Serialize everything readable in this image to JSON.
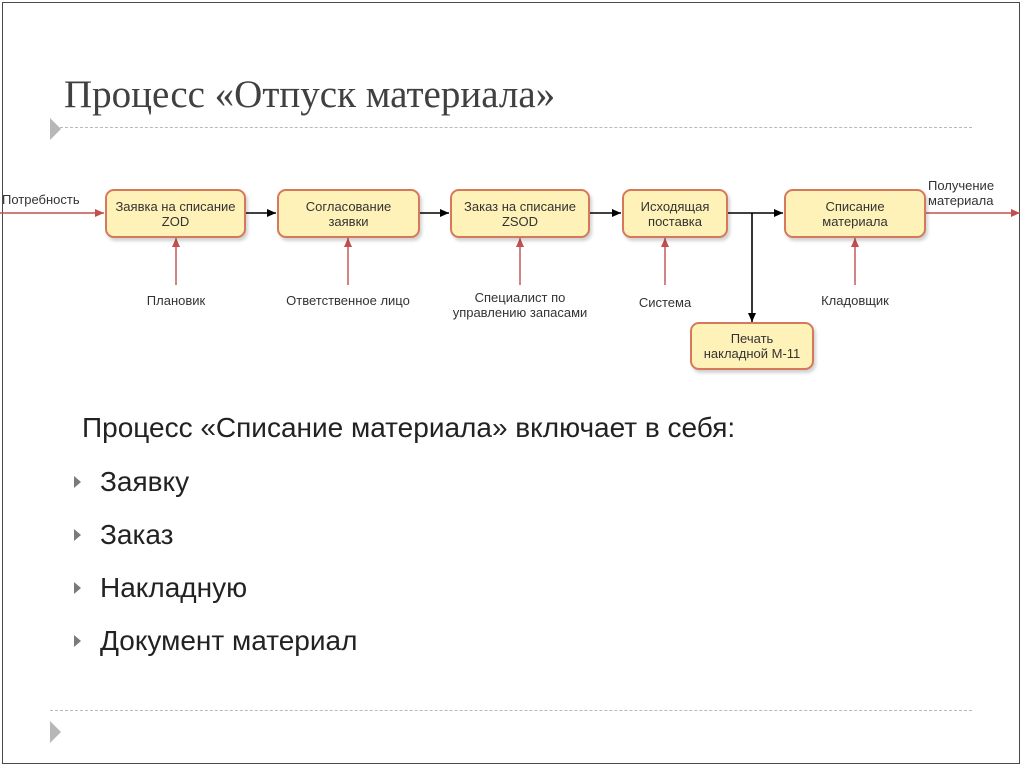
{
  "title": "Процесс «Отпуск материала»",
  "diagram": {
    "input_label": "Потребность",
    "output_label": [
      "Получение",
      "материала"
    ],
    "steps": [
      {
        "lines": [
          "Заявка на списание",
          "ZOD"
        ],
        "actor": [
          "Плановик"
        ]
      },
      {
        "lines": [
          "Согласование",
          "заявки"
        ],
        "actor": [
          "Ответственное лицо"
        ]
      },
      {
        "lines": [
          "Заказ на списание",
          "ZSOD"
        ],
        "actor": [
          "Специалист по",
          "управлению запасами"
        ]
      },
      {
        "lines": [
          "Исходящая",
          "поставка"
        ],
        "actor": [
          "Система"
        ]
      },
      {
        "lines": [
          "Списание",
          "материала"
        ],
        "actor": [
          "Кладовщик"
        ]
      }
    ],
    "branch": {
      "lines": [
        "Печать",
        "накладной М-11"
      ]
    },
    "colors": {
      "box_fill": "#fff2b8",
      "box_border": "#d6785b",
      "actor_arrow": "#c0504d",
      "flow_arrow": "#000000"
    }
  },
  "intro": "Процесс «Списание материала» включает в себя:",
  "bullets": [
    "Заявку",
    "Заказ",
    "Накладную",
    "Документ материал"
  ]
}
